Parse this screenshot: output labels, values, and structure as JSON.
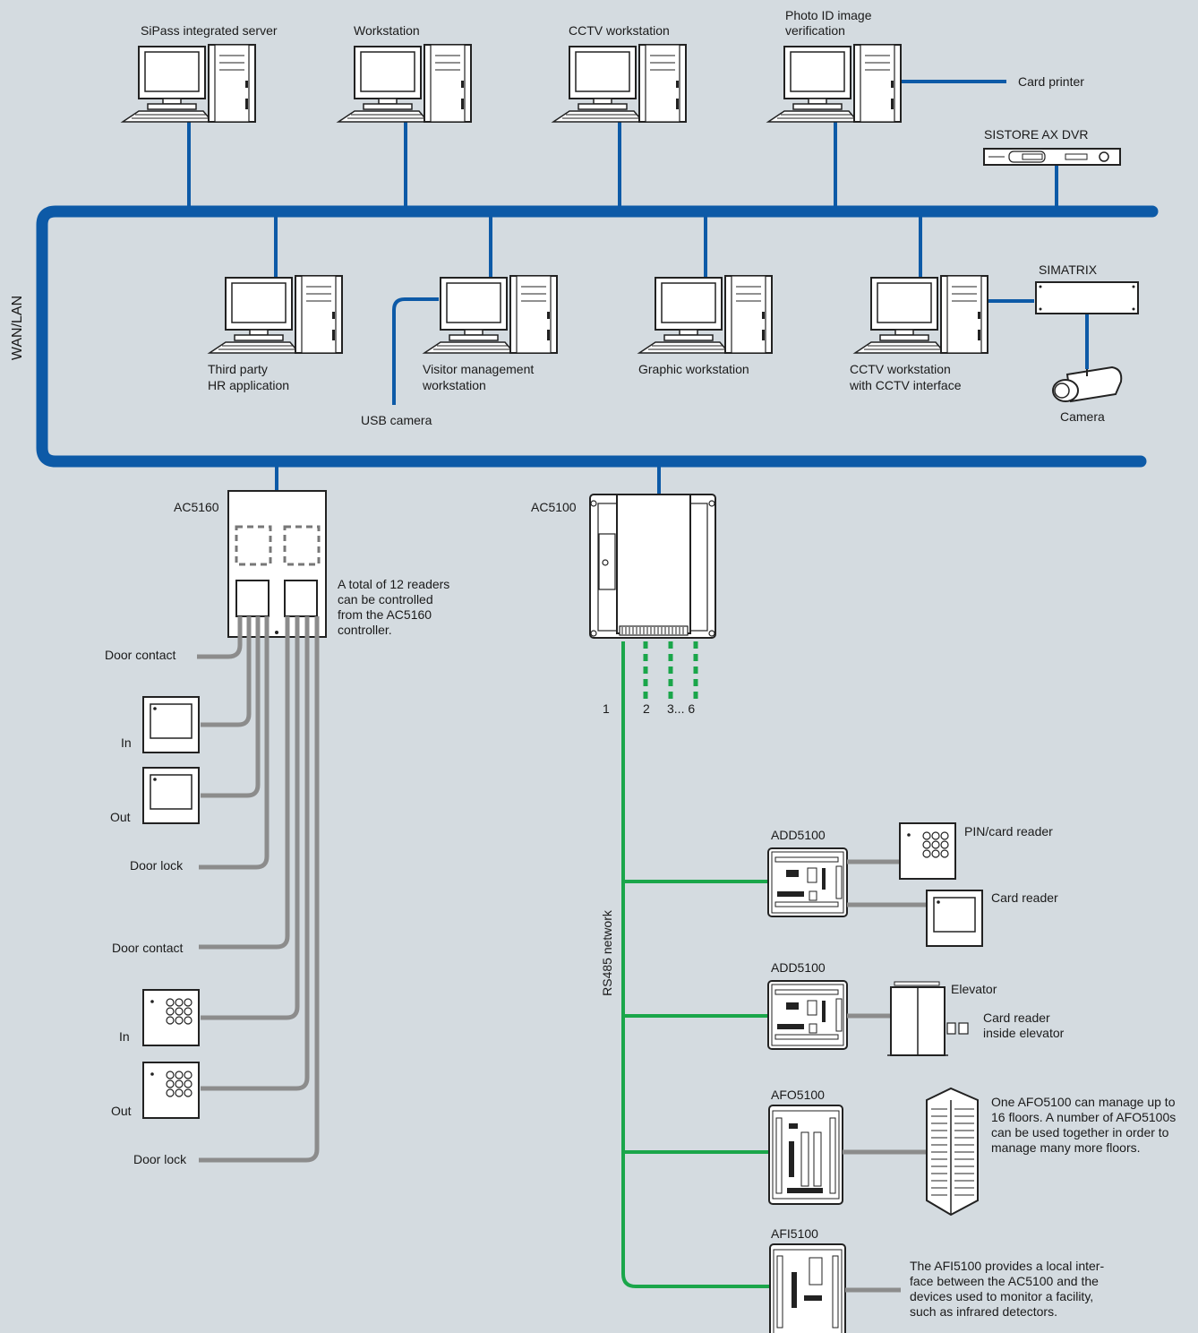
{
  "network": {
    "label": "WAN/LAN"
  },
  "top_row": {
    "server": "SiPass integrated server",
    "workstation": "Workstation",
    "cctv_workstation": "CCTV workstation",
    "photo_id": [
      "Photo ID image",
      "verification"
    ],
    "card_printer": "Card printer",
    "dvr": "SISTORE AX DVR"
  },
  "middle_row": {
    "hr": [
      "Third party",
      "HR application"
    ],
    "visitor": [
      "Visitor management",
      "workstation"
    ],
    "usb_camera": "USB camera",
    "graphic": "Graphic workstation",
    "cctv_interface": [
      "CCTV workstation",
      "with CCTV interface"
    ],
    "simatrix": "SIMATRIX",
    "camera": "Camera"
  },
  "ac5160": {
    "label": "AC5160",
    "note": [
      "A total of 12 readers",
      "can be controlled",
      "from the AC5160",
      "controller."
    ],
    "door_contact_1": "Door contact",
    "in_1": "In",
    "out_1": "Out",
    "door_lock_1": "Door lock",
    "door_contact_2": "Door contact",
    "in_2": "In",
    "out_2": "Out",
    "door_lock_2": "Door lock"
  },
  "ac5100": {
    "label": "AC5100",
    "port_1": "1",
    "port_2": "2",
    "port_3_6": "3... 6",
    "rs485": "RS485 network"
  },
  "modules": {
    "add5100_a": "ADD5100",
    "pin_reader": "PIN/card reader",
    "card_reader": "Card reader",
    "add5100_b": "ADD5100",
    "elevator": "Elevator",
    "elevator_reader": [
      "Card reader",
      "inside elevator"
    ],
    "afo5100": "AFO5100",
    "afo_note": [
      "One AFO5100 can manage up to",
      "16 floors. A number of AFO5100s",
      "can be used together in order to",
      "manage many more floors."
    ],
    "afi5100": "AFI5100",
    "afi_note": [
      "The AFI5100 provides a local inter-",
      "face between the AC5100 and the",
      "devices used to monitor a facility,",
      "such as infrared detectors."
    ]
  },
  "colors": {
    "lan": "#0d5aa7",
    "rs485": "#1aa64a",
    "wiring": "#8c8c8c",
    "background": "#d4dbe0"
  }
}
